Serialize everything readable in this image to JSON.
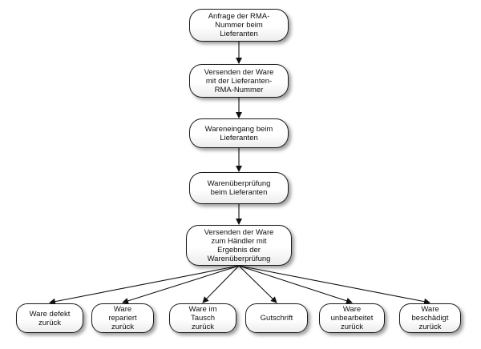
{
  "flow": {
    "steps": [
      "Anfrage der RMA-\nNummer beim\nLieferanten",
      "Versenden der Ware\nmit der Lieferanten-\nRMA-Nummer",
      "Wareneingang beim\nLieferanten",
      "Warenüberprüfung\nbeim Lieferanten",
      "Versenden der Ware\nzum Händler mit\nErgebnis der\nWarenüberprüfung"
    ],
    "outcomes": [
      "Ware defekt\nzurück",
      "Ware\nrepariert\nzurück",
      "Ware im\nTausch\nzurück",
      "Gutschrift",
      "Ware\nunbearbeitet\nzurück",
      "Ware\nbeschädigt\nzurück"
    ]
  }
}
